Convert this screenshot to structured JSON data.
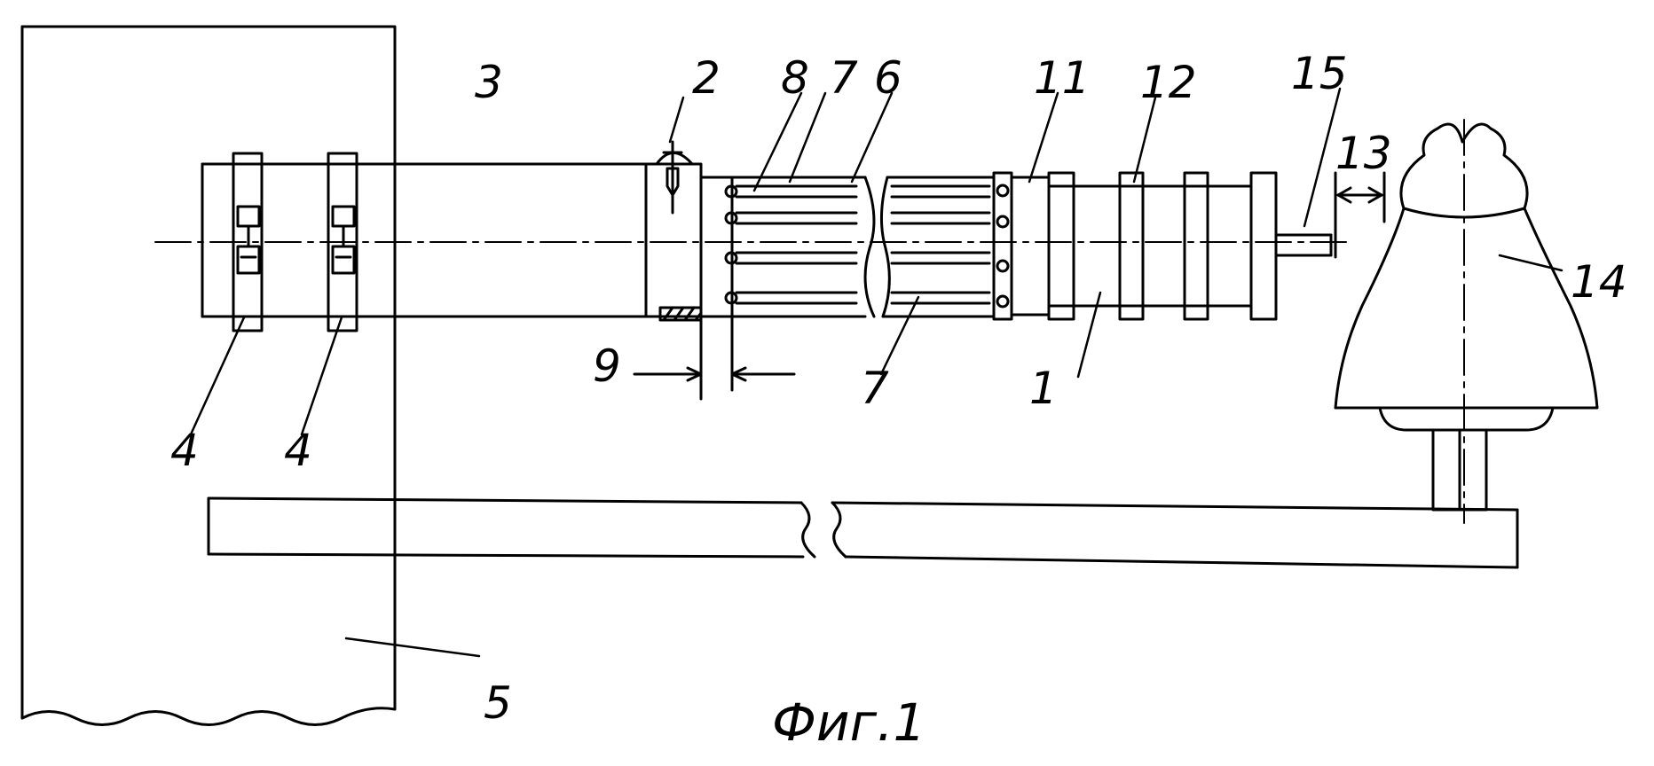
{
  "figure": {
    "caption": "Фиг.1",
    "labels": {
      "l1": "1",
      "l2": "2",
      "l3": "3",
      "l4a": "4",
      "l4b": "4",
      "l5": "5",
      "l6": "6",
      "l7a": "7",
      "l7b": "7",
      "l8": "8",
      "l9": "9",
      "l11": "11",
      "l12": "12",
      "l13": "13",
      "l14": "14",
      "l15": "15"
    }
  }
}
